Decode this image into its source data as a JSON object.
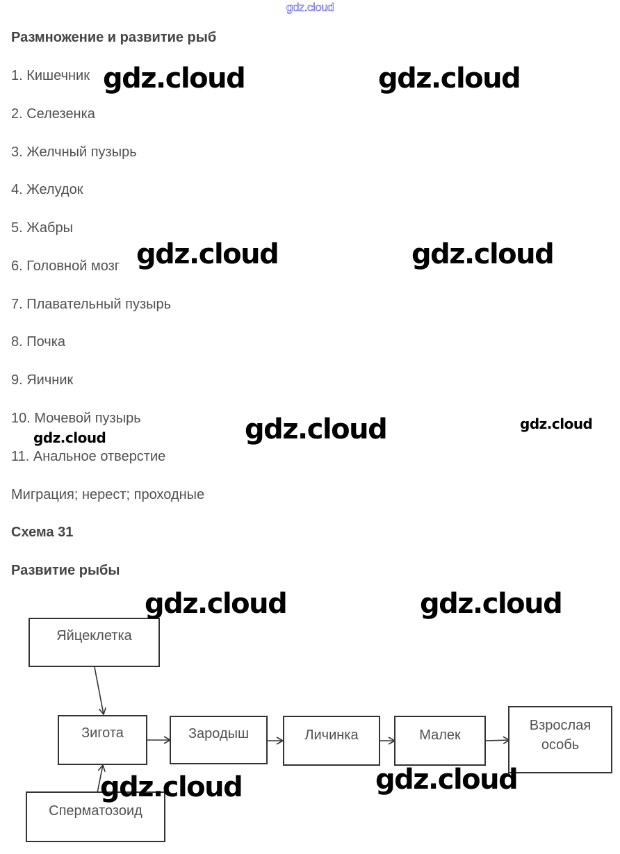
{
  "watermark_top": "gdz.cloud",
  "title": "Размножение и развитие рыб",
  "list": [
    "1. Кишечник",
    "2. Селезенка",
    "3. Желчный пузырь",
    "4. Желудок",
    "5. Жабры",
    "6. Головной мозг",
    "7. Плавательный пузырь",
    "8. Почка",
    "9. Яичник",
    "10. Мочевой пузырь",
    "11. Анальное отверстие"
  ],
  "answer_line": "Миграция; нерест; проходные",
  "scheme_title": "Схема 31",
  "scheme_subtitle": "Развитие рыбы",
  "diagram": {
    "nodes": {
      "egg": "Яйцеклетка",
      "sperm": "Сперматозоид",
      "zygote": "Зигота",
      "embryo": "Зародыш",
      "larva": "Личинка",
      "fry": "Малек",
      "adult": "Взрослая особь"
    },
    "edges": [
      [
        "egg",
        "zygote"
      ],
      [
        "sperm",
        "zygote"
      ],
      [
        "zygote",
        "embryo"
      ],
      [
        "embryo",
        "larva"
      ],
      [
        "larva",
        "fry"
      ],
      [
        "fry",
        "adult"
      ]
    ]
  },
  "watermark": "gdz.cloud"
}
